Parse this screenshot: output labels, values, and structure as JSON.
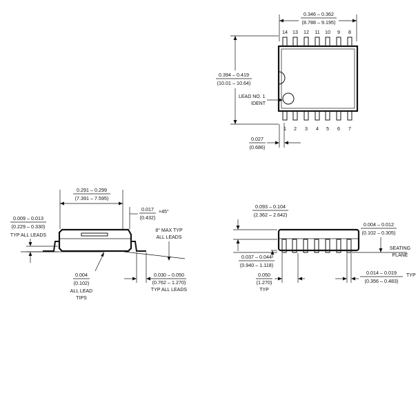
{
  "top_view": {
    "width": {
      "in": "0.346 – 0.362",
      "mm": "(8.788 – 9.195)"
    },
    "height": {
      "in": "0.394 – 0.419",
      "mm": "(10.01 – 10.64)"
    },
    "pitch_offset": {
      "in": "0.027",
      "mm": "(0.686)"
    },
    "lead_ident": {
      "line1": "LEAD NO. 1",
      "line2": "IDENT"
    },
    "top_pins": [
      "14",
      "13",
      "12",
      "11",
      "10",
      "9",
      "8"
    ],
    "bottom_pins": [
      "1",
      "2",
      "3",
      "4",
      "5",
      "6",
      "7"
    ]
  },
  "side_view": {
    "body_width": {
      "in": "0.291 – 0.299",
      "mm": "(7.391 – 7.595)"
    },
    "lead_thickness": {
      "in": "0.009 – 0.013",
      "mm": "(0.229 – 0.330)",
      "note": "TYP ALL LEADS"
    },
    "chamfer": {
      "in": "0.017",
      "mm": "(0.432)",
      "suffix": "×45°"
    },
    "angle_note": {
      "line1": "8° MAX TYP",
      "line2": "ALL LEADS"
    },
    "coplanarity": {
      "in": "0.004",
      "mm": "(0.102)",
      "line1": "ALL LEAD",
      "line2": "TIPS"
    },
    "foot_length": {
      "in": "0.030 – 0.050",
      "mm": "(0.762 – 1.270)",
      "note": "TYP ALL LEADS"
    }
  },
  "end_view": {
    "total_height": {
      "in": "0.093 – 0.104",
      "mm": "(2.362 – 2.642)"
    },
    "standoff": {
      "in": "0.004 – 0.012",
      "mm": "(0.102 – 0.305)"
    },
    "seating": {
      "line1": "SEATING",
      "line2": "PLANE"
    },
    "body_height": {
      "in": "0.037 – 0.044",
      "mm": "(0.940 – 1.118)"
    },
    "pitch": {
      "in": "0.050",
      "mm": "(1.270)",
      "note": "TYP"
    },
    "lead_width": {
      "in": "0.014 – 0.019",
      "mm": "(0.356 – 0.483)",
      "note": "TYP"
    }
  }
}
